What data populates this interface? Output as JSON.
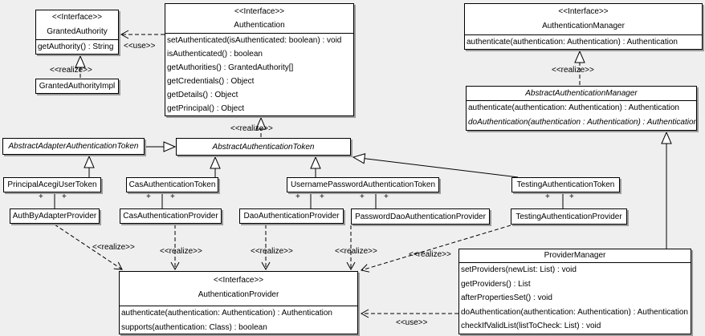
{
  "diagram": {
    "background": "#efefef",
    "box_fill": "#ffffff",
    "line_color": "#000000",
    "shadow_color": "#9b9b9b"
  },
  "edges": {
    "realize_label": "<<realize>>",
    "use_label": "<<use>>",
    "plus_label": "+"
  },
  "classes": {
    "granted_authority": {
      "stereotype": "<<Interface>>",
      "name": "GrantedAuthority",
      "methods": [
        "getAuthority() : String"
      ]
    },
    "granted_authority_impl": {
      "name": "GrantedAuthorityImpl"
    },
    "authentication": {
      "stereotype": "<<Interface>>",
      "name": "Authentication",
      "methods": [
        "setAuthenticated(isAuthenticated: boolean) : void",
        "isAuthenticated() : boolean",
        "getAuthorities() : GrantedAuthority[]",
        "getCredentials() : Object",
        "getDetails() : Object",
        "getPrincipal() : Object"
      ]
    },
    "authentication_manager": {
      "stereotype": "<<Interface>>",
      "name": "AuthenticationManager",
      "methods": [
        "authenticate(authentication: Authentication) : Authentication"
      ]
    },
    "abstract_authentication_manager": {
      "name": "AbstractAuthenticationManager",
      "methods": [
        "authenticate(authentication: Authentication) : Authentication",
        "doAuthentication(authentication : Authentication) : Authentication"
      ]
    },
    "abstract_adapter_authentication_token": {
      "name": "AbstractAdapterAuthenticationToken"
    },
    "abstract_authentication_token": {
      "name": "AbstractAuthenticationToken"
    },
    "principal_acegi_user_token": {
      "name": "PrincipalAcegiUserToken"
    },
    "cas_authentication_token": {
      "name": "CasAuthenticationToken"
    },
    "username_password_authentication_token": {
      "name": "UsernamePasswordAuthenticationToken"
    },
    "testing_authentication_token": {
      "name": "TestingAuthenticationToken"
    },
    "auth_by_adapter_provider": {
      "name": "AuthByAdapterProvider"
    },
    "cas_authentication_provider": {
      "name": "CasAuthenticationProvider"
    },
    "dao_authentication_provider": {
      "name": "DaoAuthenticationProvider"
    },
    "password_dao_authentication_provider": {
      "name": "PasswordDaoAuthenticationProvider"
    },
    "testing_authentication_provider": {
      "name": "TestingAuthenticationProvider"
    },
    "authentication_provider": {
      "stereotype": "<<Interface>>",
      "name": "AuthenticationProvider",
      "methods": [
        "authenticate(authentication: Authentication) : Authentication",
        "supports(authentication: Class) : boolean"
      ]
    },
    "provider_manager": {
      "name": "ProviderManager",
      "methods": [
        "setProviders(newList: List) : void",
        "getProviders() : List",
        "afterPropertiesSet() : void",
        "doAuthentication(authentication: Authentication) : Authentication",
        "checkIfValidList(listToCheck: List) : void"
      ]
    }
  }
}
